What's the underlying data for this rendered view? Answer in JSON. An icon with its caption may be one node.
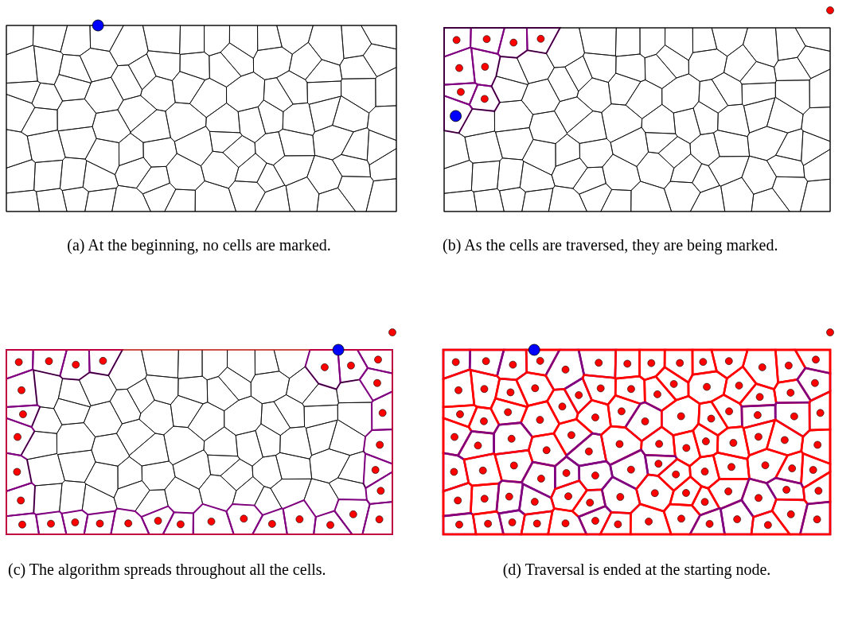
{
  "diagram": {
    "nodes": [
      {
        "text": [],
        "shape": "picture",
        "beside": [
          "(a) At the beginning, no cells are marked."
        ]
      },
      {
        "text": [],
        "shape": "picture",
        "beside": [
          "(b) As the cells are traversed, they are being marked."
        ]
      },
      {
        "text": [],
        "shape": "picture",
        "beside": [
          "(c) The algorithm spreads throughout all the cells."
        ]
      },
      {
        "text": [],
        "shape": "picture",
        "beside": [
          "(d) Traversal is ended at the starting node."
        ]
      }
    ]
  }
}
